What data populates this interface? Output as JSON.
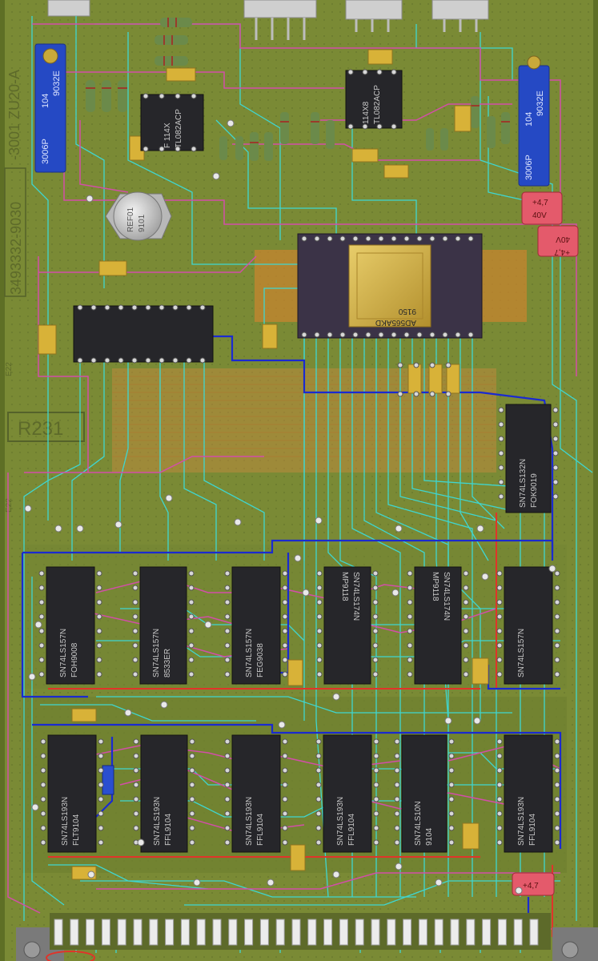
{
  "board": {
    "part_number": "3493332-9030",
    "silk_top_left": "-3001 ZU20-A",
    "revision": "R231",
    "edge_code_1": "E22",
    "edge_code_2": "E22"
  },
  "potentiometers": {
    "left": {
      "label": "3006P",
      "value": "104",
      "code": "9032E"
    },
    "right": {
      "label": "3006P",
      "value": "104",
      "code": "9032E"
    }
  },
  "capacitors": {
    "cap1": {
      "value": "+4,7",
      "voltage": "40V"
    },
    "cap2": {
      "value": "+4,7",
      "voltage": "40V"
    },
    "cap3": {
      "value": "+4,7"
    }
  },
  "chips": {
    "opamp_left": {
      "line1": "F 114X",
      "line2": "TL082ACP"
    },
    "opamp_right": {
      "line1": "114X8",
      "line2": "TL082ACP"
    },
    "reference": {
      "line1": "REF01",
      "line2": "9101"
    },
    "dac": {
      "line1": "AD565AKD",
      "line2": "9150"
    },
    "upper_right": {
      "line1": "SN74LS132N",
      "line2": "FOK9019"
    },
    "row1": [
      {
        "line1": "SN74LS157N",
        "line2": "FOH9008"
      },
      {
        "line1": "SN74LS157N",
        "line2": "8533ER"
      },
      {
        "line1": "SN74LS157N",
        "line2": "FEG9038"
      },
      {
        "line1": "SN74LS174N",
        "line2": "MP9118"
      },
      {
        "line1": "SN74LS174N",
        "line2": "MP9118"
      },
      {
        "line1": "SN74LS157N",
        "line2": ""
      }
    ],
    "row2": [
      {
        "line1": "SN74LS193N",
        "line2": "FLT9104"
      },
      {
        "line1": "SN74LS193N",
        "line2": "FFL9104"
      },
      {
        "line1": "SN74LS193N",
        "line2": "FFL9104"
      },
      {
        "line1": "SN74LS193N",
        "line2": "FFL9104"
      },
      {
        "line1": "SN74LS10N",
        "line2": "9104"
      },
      {
        "line1": "SN74LS193N",
        "line2": "FFL9104"
      }
    ]
  },
  "colors": {
    "pcb": "#7b8a34",
    "trace_cyan": "#3fd6d0",
    "trace_magenta": "#d24ea8",
    "trace_red": "#e0342a",
    "trace_blue": "#1a2ad0",
    "ic_body": "#26262a",
    "gold": "#d7b54a",
    "pot_blue": "#2549c4",
    "cap_red": "#e45a6b"
  }
}
